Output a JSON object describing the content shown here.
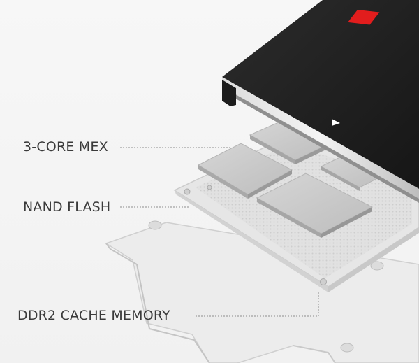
{
  "labels": {
    "core": "3-CORE MEX",
    "nand": "NAND FLASH",
    "ddr2": "DDR2 CACHE MEMORY"
  },
  "colors": {
    "background": "#f6f6f6",
    "case_top": "#232323",
    "logo_red": "#e21d1d",
    "board": "#e9e9e9",
    "chip": "#c9c9c9",
    "leader_line": "#8c8c8c"
  },
  "icons": {
    "logo": "red-square-icon",
    "orientation": "triangle-icon"
  }
}
